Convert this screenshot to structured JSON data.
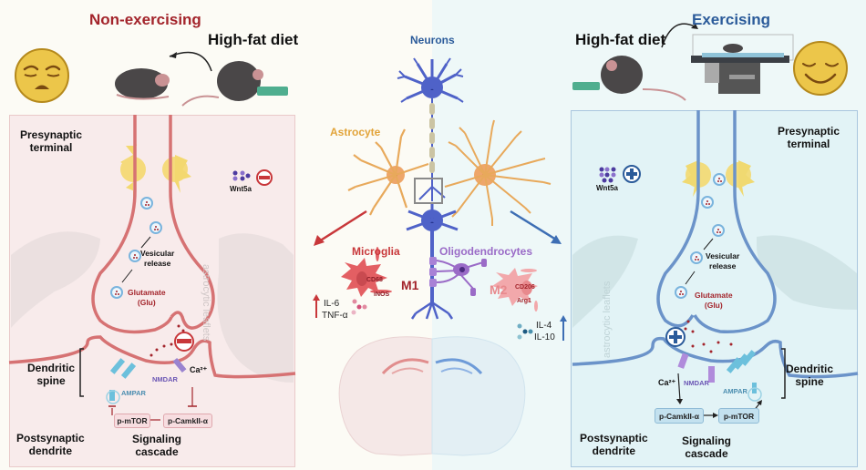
{
  "colors": {
    "left_accent": "#a3242b",
    "right_accent": "#2b5b9a",
    "neuron_blue": "#4f62c8",
    "astrocyte_orange": "#e8a95b",
    "oligo_purple": "#9a6bc7",
    "microglia_red": "#e35f63",
    "ampar_cyan": "#6cc0dc"
  },
  "left": {
    "title": "Non-exercising",
    "diet_label": "High-fat diet",
    "face": "sad-face-icon",
    "presynaptic": [
      "Presynaptic",
      "terminal"
    ],
    "wnt5a": "Wnt5a",
    "wnt5a_modifier": "minus-icon",
    "vesicular": [
      "Vesicular",
      "release"
    ],
    "glutamate": [
      "Glutamate",
      "(Glu)"
    ],
    "astro_leaflets": "astrocytic leaflets",
    "dendritic_spine": [
      "Dendritic",
      "spine"
    ],
    "ampar": "AMPAR",
    "nmdar": "NMDAR",
    "calcium": "Ca²⁺",
    "mtor": "p-mTOR",
    "camk": "p-CamkII-α",
    "postsynaptic": [
      "Postsynaptic",
      "dendrite"
    ],
    "signaling": [
      "Signaling",
      "cascade"
    ]
  },
  "center": {
    "neurons": "Neurons",
    "astrocyte": "Astrocyte",
    "microglia": "Microglia",
    "oligodendrocytes": "Oligodendrocytes",
    "m1": "M1",
    "m1_markers": [
      "CD68",
      "iNOS"
    ],
    "m2": "M2",
    "m2_markers": [
      "CD206",
      "Arg1"
    ],
    "m1_cytokines": [
      "IL-6",
      "TNF-α"
    ],
    "m2_cytokines": [
      "IL-4",
      "IL-10"
    ]
  },
  "right": {
    "title": "Exercising",
    "diet_label": "High-fat diet",
    "face": "happy-face-icon",
    "presynaptic": [
      "Presynaptic",
      "terminal"
    ],
    "wnt5a": "Wnt5a",
    "wnt5a_modifier": "plus-icon",
    "vesicular": [
      "Vesicular",
      "release"
    ],
    "glutamate": [
      "Glutamate",
      "(Glu)"
    ],
    "astro_leaflets": "astrocytic leaflets",
    "dendritic_spine": [
      "Dendritic",
      "spine"
    ],
    "ampar": "AMPAR",
    "nmdar": "NMDAR",
    "calcium": "Ca²⁺",
    "camk": "p-CamkII-α",
    "mtor": "p-mTOR",
    "postsynaptic": [
      "Postsynaptic",
      "dendrite"
    ],
    "signaling": [
      "Signaling",
      "cascade"
    ]
  }
}
